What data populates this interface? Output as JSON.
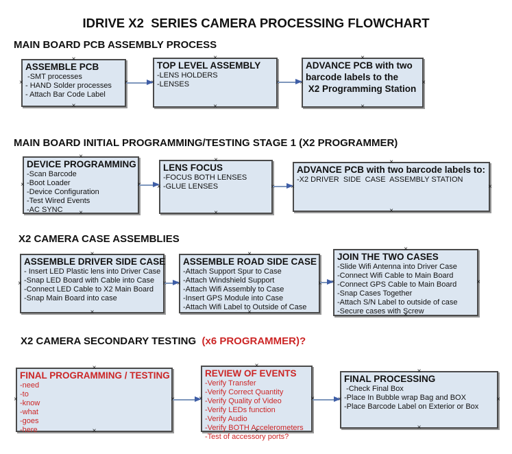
{
  "title": "IDRIVE X2  SERIES CAMERA PROCESSING FLOWCHART",
  "colors": {
    "red_accent": "#cc2626",
    "box_fill": "#dce6f1",
    "box_border": "#4a4a4a",
    "box_shadow": "#999999",
    "arrow_line": "#7d96bc",
    "arrow_head": "#3f5ea6"
  },
  "icons": {
    "connection_handle": "×"
  },
  "sections": [
    {
      "heading": "MAIN BOARD PCB ASSEMBLY PROCESS",
      "heading_red": "",
      "boxes": [
        {
          "title": "ASSEMBLE PCB",
          "items": [
            " -SMT processes",
            "- HAND Solder processes",
            "- Attach Bar Code Label"
          ]
        },
        {
          "title": "TOP LEVEL ASSEMBLY",
          "items": [
            "-LENS HOLDERS",
            "-LENSES"
          ]
        },
        {
          "title": "ADVANCE PCB with two\nbarcode labels to the\n X2 Programming Station",
          "items": []
        }
      ]
    },
    {
      "heading": "MAIN BOARD INITIAL PROGRAMMING/TESTING STAGE 1 (X2 PROGRAMMER)",
      "heading_red": "",
      "boxes": [
        {
          "title": "DEVICE PROGRAMMING",
          "items": [
            "-Scan Barcode",
            "-Boot Loader",
            "-Device Configuration",
            "-Test Wired Events",
            "-AC SYNC"
          ]
        },
        {
          "title": "LENS FOCUS",
          "items": [
            "-FOCUS BOTH LENSES",
            "-GLUE LENSES"
          ]
        },
        {
          "title": "ADVANCE PCB with two barcode labels to:",
          "items": [
            "-X2 DRIVER  SIDE  CASE  ASSEMBLY STATION"
          ]
        }
      ]
    },
    {
      "heading": "X2 CAMERA CASE ASSEMBLIES",
      "heading_red": "",
      "boxes": [
        {
          "title": "ASSEMBLE DRIVER SIDE CASE",
          "items": [
            "- Insert LED Plastic lens into Driver Case",
            "-Snap LED Board with Cable into Case",
            "-Connect LED Cable to X2 Main Board",
            "-Snap Main Board into case"
          ]
        },
        {
          "title": "ASSEMBLE ROAD SIDE CASE",
          "items": [
            "-Attach Support Spur to Case",
            "-Attach Windshield Support",
            "-Attach Wifi Assembly to Case",
            "-Insert GPS Module into Case",
            "-Attach Wifi Label to Outside of Case"
          ]
        },
        {
          "title": "JOIN THE TWO CASES",
          "items": [
            "-Slide Wifi Antenna into Driver Case",
            "-Connect Wifi Cable to Main Board",
            "-Connect GPS Cable to Main Board",
            "-Snap Cases Together",
            "-Attach S/N Label to outside of case",
            "-Secure cases with Screw"
          ]
        }
      ]
    },
    {
      "heading": "X2 CAMERA SECONDARY TESTING  ",
      "heading_red": "(x6 PROGRAMMER)?",
      "boxes": [
        {
          "title": "FINAL PROGRAMMING / TESTING",
          "items": [
            "-need",
            "-to",
            "-know",
            "-what",
            "-goes",
            "-here"
          ]
        },
        {
          "title": "REVIEW OF EVENTS",
          "items": [
            "-Verify Transfer",
            "-Verify Correct Quantity",
            "-Verify Quality of Video",
            "-Verify LEDs function",
            "-Verify Audio",
            "-Verify BOTH Accelerometers",
            "-Test of accessory ports?"
          ]
        },
        {
          "title": "FINAL PROCESSING",
          "items": [
            " -Check Final Box",
            "-Place In Bubble wrap Bag and BOX",
            "-Place Barcode Label on Exterior or Box"
          ]
        }
      ]
    }
  ]
}
